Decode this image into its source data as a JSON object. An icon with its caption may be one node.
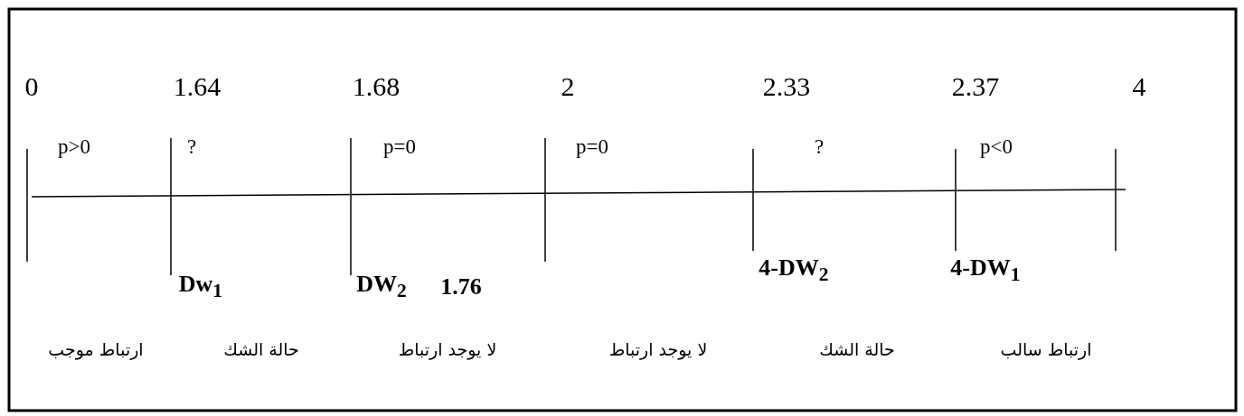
{
  "diagram": {
    "labels": [
      "0",
      "1.64",
      "1.68",
      "2",
      "2.33",
      "2.37",
      "4",
      "p>0",
      "?",
      "p=0",
      "p=0",
      "?",
      "p<0",
      "Dw$_{1}$",
      "DW$_{2}$",
      "1.76",
      "4-DW$_{2}$",
      "4-DW$_{1}$",
      "ارتباط موجب",
      "حالة الشك",
      "لا يوجد ارتباط",
      "لا يوجد ارتباط",
      "حالة الشك",
      "ارتباط سالب"
    ]
  }
}
